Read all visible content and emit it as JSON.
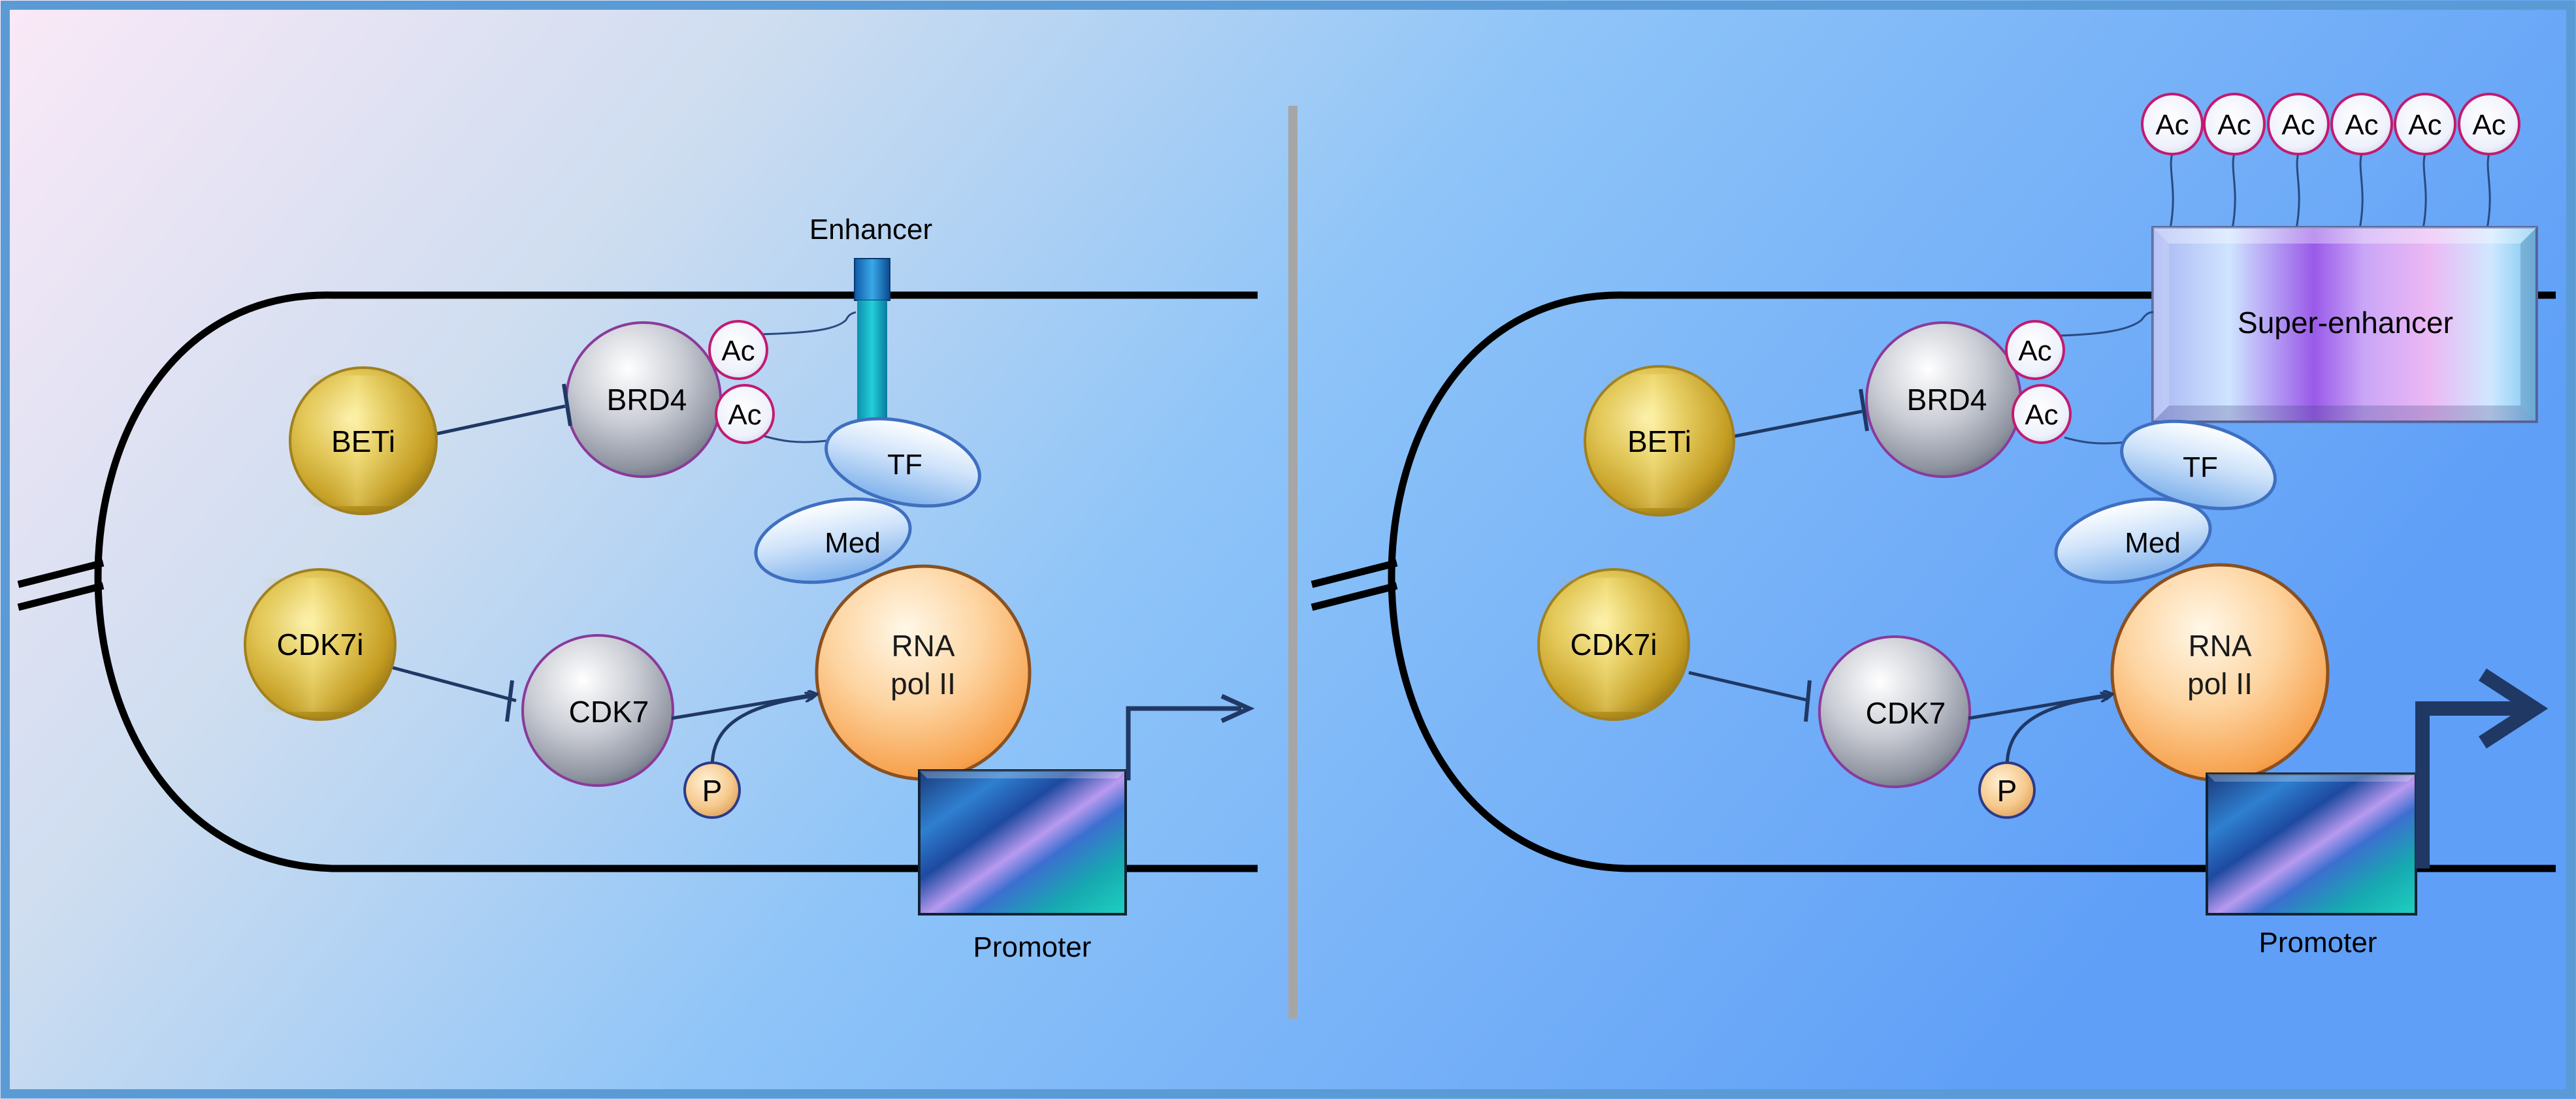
{
  "left_panel": {
    "enhancer_label": "Enhancer",
    "brd4": "BRD4",
    "ac_1": "Ac",
    "ac_2": "Ac",
    "tf": "TF",
    "med": "Med",
    "rna_line1": "RNA",
    "rna_line2": "pol II",
    "beti": "BETi",
    "cdk7i": "CDK7i",
    "cdk7": "CDK7",
    "phospho": "P",
    "promoter_label": "Promoter"
  },
  "right_panel": {
    "ac_top": [
      "Ac",
      "Ac",
      "Ac",
      "Ac",
      "Ac",
      "Ac"
    ],
    "super_enhancer_label": "Super-enhancer",
    "brd4": "BRD4",
    "ac_1": "Ac",
    "ac_2": "Ac",
    "tf": "TF",
    "med": "Med",
    "rna_line1": "RNA",
    "rna_line2": "pol II",
    "beti": "BETi",
    "cdk7i": "CDK7i",
    "cdk7": "CDK7",
    "phospho": "P",
    "promoter_label": "Promoter"
  },
  "colors": {
    "frame": "#5b9bd5",
    "divider": "#a6a6a6",
    "dna": "#000000",
    "connector": "#1f3864",
    "arrow_strong": "#1f3864"
  }
}
